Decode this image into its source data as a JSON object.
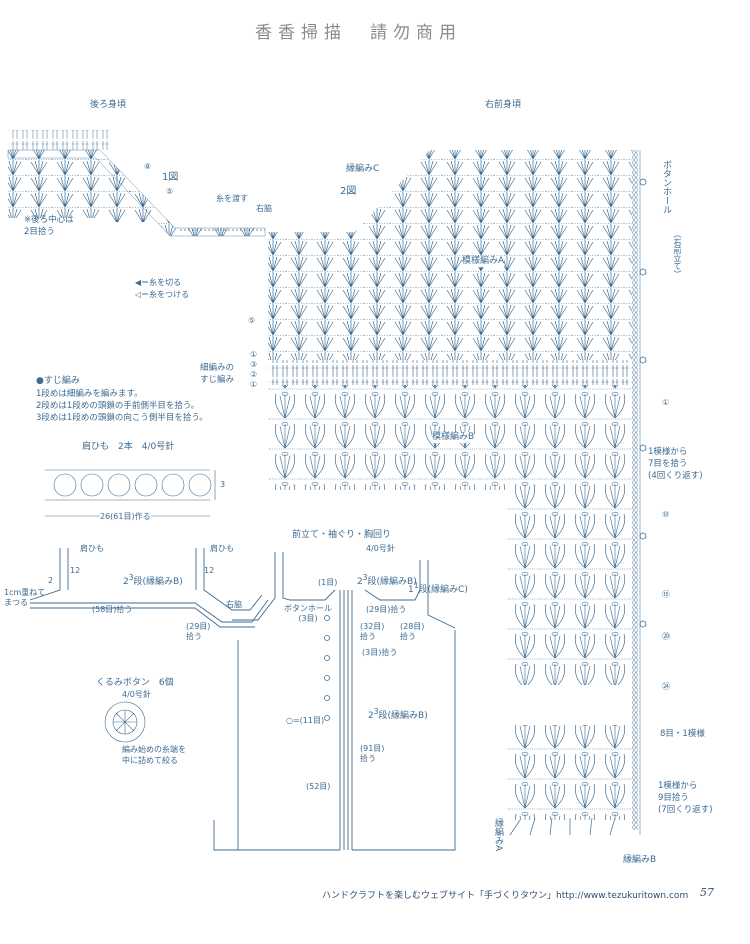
{
  "header": {
    "watermark": "香香掃描　請勿商用"
  },
  "back_body": {
    "title": "後ろ身頃",
    "fig_label": "1図",
    "center_note": "※後ろ中心は\n2目拾う",
    "thread_pass": "糸を渡す",
    "side_label": "右脇",
    "legend_cut": "＝糸を切る",
    "legend_attach": "＝糸をつける",
    "row_markers": [
      "⑧",
      "⑤"
    ]
  },
  "front_body": {
    "title": "右前身頃",
    "fig_label": "2図",
    "edge_c": "縁編みC",
    "pattern_a": "模様編みA",
    "pattern_b": "模様編みB",
    "hairline": "細編みの\nすじ編み",
    "buttonhole_vert": "ボタンホール",
    "right_front_vert": "（右前立て）",
    "pick_1": "1模様から\n7目を拾う\n(4回くり返す)",
    "pick_2": "8目・1模様",
    "pick_3": "1模様から\n9目拾う\n(7回くり返す)",
    "edge_a_vert": "縁編みA",
    "edge_b": "縁編みB",
    "row_markers_left": [
      "⑤",
      "①",
      "③",
      "②",
      "①"
    ],
    "row_markers_right": [
      "①",
      "⑩",
      "⑮",
      "⑳",
      "㉔"
    ]
  },
  "suji_note": {
    "title": "●すじ編み",
    "lines": [
      "1段めは細編みを編みます。",
      "2段めは1段めの頭鎖の手前側半目を拾う。",
      "3段めは1段めの頭鎖の向こう側半目を拾う。"
    ]
  },
  "strap": {
    "title": "肩ひも　2本　4/0号針",
    "length": "26(61目)作る",
    "height": "3"
  },
  "assembly": {
    "strap_left": "肩ひも",
    "strap_right": "肩ひも",
    "strap_h_left": "12",
    "strap_h_right": "12",
    "strap_w": "2",
    "overlap": "1cm重ねて\nまつる",
    "edge_b_a": "2",
    "edge_b_b": "3",
    "edge_b_c": "段",
    "edge_b_label": "(縁編みB)",
    "pick58": "(58目)拾う",
    "pick29": "(29目)\n拾う",
    "side": "右脇",
    "front_title": "前立て・袖ぐり・胸回り",
    "front_needle": "4/0号針",
    "one_stitch": "(1目)",
    "buttonhole": "ボタンホール\n(3目)",
    "ins_a": "2",
    "ins_b": "3",
    "ins_c": "段",
    "ins_label": "(縁編みB)",
    "edge_c_a": "1",
    "edge_c_b": "1",
    "edge_c_c": "段",
    "edge_c_label": "(縁編みC)",
    "pick29b": "(29目)拾う",
    "pick32": "(32目)\n拾う",
    "pick28": "(28目)\n拾う",
    "pick3": "(3目)拾う",
    "eleven": "○=(11目)",
    "ins2_a": "2",
    "ins2_b": "3",
    "ins2_c": "段",
    "ins2_label": "(縁編みB)",
    "pick91": "(91目)\n拾う",
    "pick52": "(52目)"
  },
  "button": {
    "title": "くるみボタン　6個",
    "needle": "4/0号針",
    "note": "編み始めの糸端を\n中に詰めて絞る"
  },
  "footer": {
    "text": "ハンドクラフトを楽しむウェブサイト「手づくりタウン」http://www.tezukuritown.com",
    "page": "57"
  },
  "colors": {
    "ink": "#3d6b92",
    "watermark": "#8a8a8a",
    "bg": "#ffffff"
  }
}
